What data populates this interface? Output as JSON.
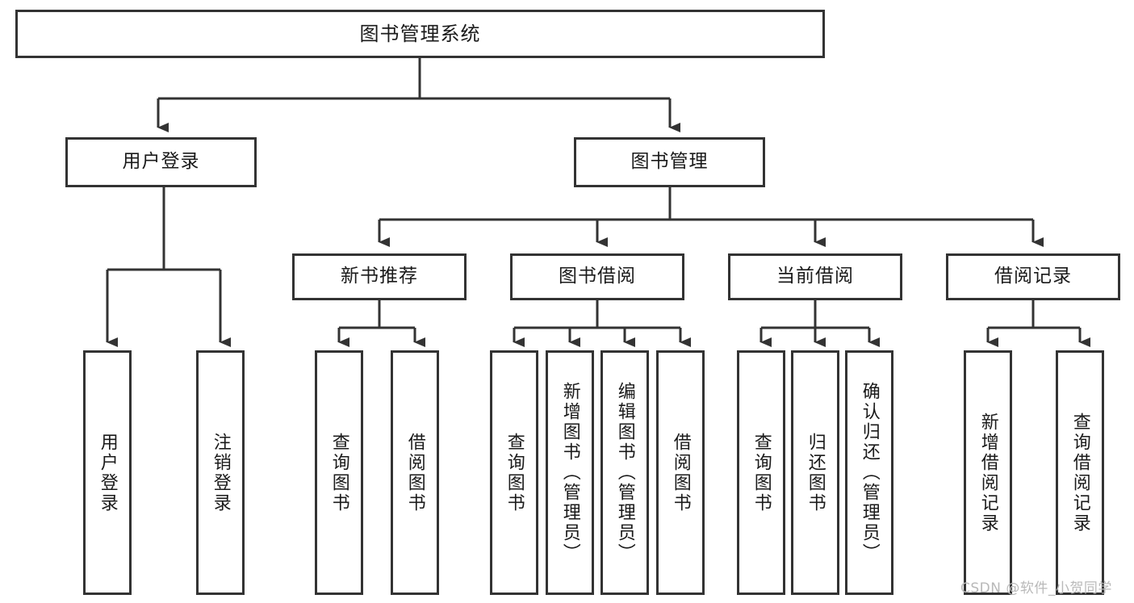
{
  "diagram": {
    "type": "tree-hierarchy",
    "title": "图书管理系统",
    "root": {
      "id": "root",
      "label": "图书管理系统"
    },
    "level2": [
      {
        "id": "user-login",
        "label": "用户登录"
      },
      {
        "id": "book-manage",
        "label": "图书管理"
      }
    ],
    "level3": [
      {
        "id": "new-book-rec",
        "label": "新书推荐",
        "parent": "book-manage"
      },
      {
        "id": "book-borrow",
        "label": "图书借阅",
        "parent": "book-manage"
      },
      {
        "id": "current-borrow",
        "label": "当前借阅",
        "parent": "book-manage"
      },
      {
        "id": "borrow-record",
        "label": "借阅记录",
        "parent": "book-manage"
      }
    ],
    "leaves": {
      "user_login": [
        {
          "id": "leaf-user-login",
          "label": "用户登录"
        },
        {
          "id": "leaf-logout",
          "label": "注销登录"
        }
      ],
      "new_book_rec": [
        {
          "id": "leaf-query-book-1",
          "label": "查询图书"
        },
        {
          "id": "leaf-borrow-book-1",
          "label": "借阅图书"
        }
      ],
      "book_borrow": [
        {
          "id": "leaf-query-book-2",
          "label": "查询图书"
        },
        {
          "id": "leaf-add-book",
          "label": "新增图书（管理员）"
        },
        {
          "id": "leaf-edit-book",
          "label": "编辑图书（管理员）"
        },
        {
          "id": "leaf-borrow-book-2",
          "label": "借阅图书"
        }
      ],
      "current_borrow": [
        {
          "id": "leaf-query-book-3",
          "label": "查询图书"
        },
        {
          "id": "leaf-return-book",
          "label": "归还图书"
        },
        {
          "id": "leaf-confirm-return",
          "label": "确认归还（管理员）"
        }
      ],
      "borrow_record": [
        {
          "id": "leaf-add-record",
          "label": "新增借阅记录"
        },
        {
          "id": "leaf-query-record",
          "label": "查询借阅记录"
        }
      ]
    }
  },
  "watermark": {
    "text": "CSDN @软件_小贺同学"
  },
  "colors": {
    "stroke": "#333333",
    "background": "#ffffff",
    "text": "#1a1a1a",
    "watermark": "#b9b9b9"
  }
}
